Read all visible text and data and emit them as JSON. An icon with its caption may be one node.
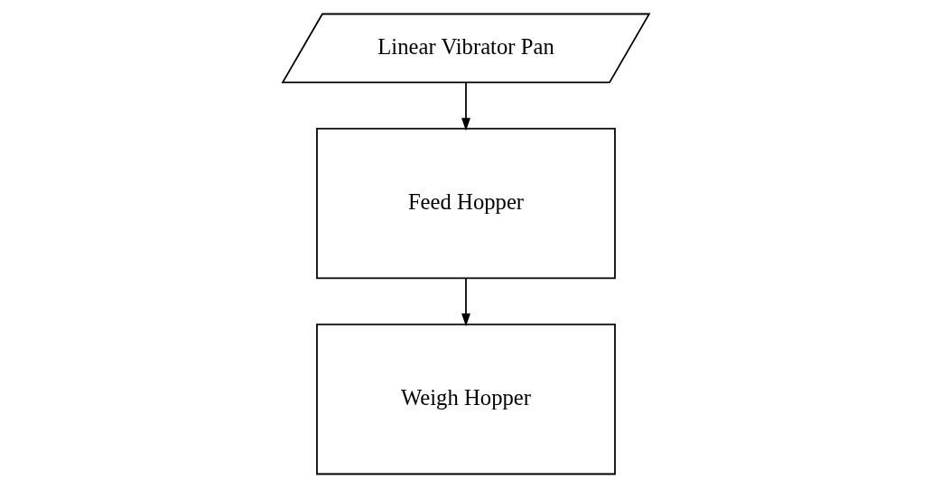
{
  "diagram": {
    "nodes": [
      {
        "text": [
          "Linear Vibrator Pan"
        ]
      },
      {
        "text": [
          "Feed Hopper"
        ]
      },
      {
        "text": [
          "Weigh Hopper"
        ]
      }
    ],
    "edges": [
      {
        "from": 0,
        "to": 1,
        "arrow": "to"
      },
      {
        "from": 1,
        "to": 2,
        "arrow": "to"
      }
    ]
  }
}
